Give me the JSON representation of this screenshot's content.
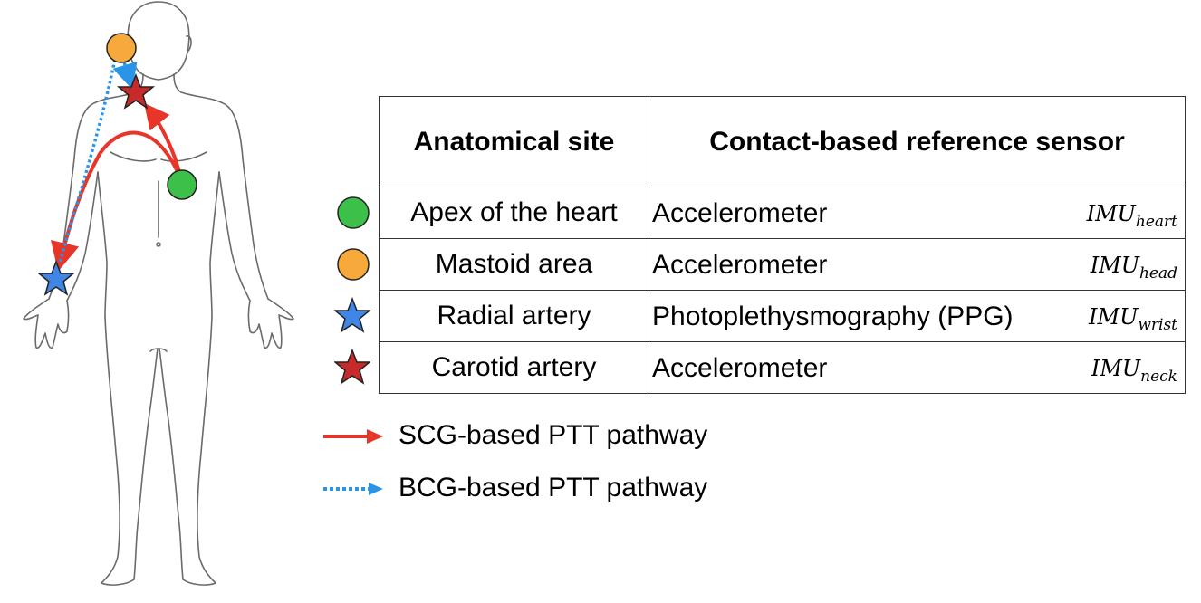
{
  "table": {
    "headers": {
      "site": "Anatomical site",
      "sensor": "Contact-based reference sensor"
    },
    "rows": [
      {
        "marker": "green-circle",
        "color": "#3cc04a",
        "site": "Apex of the heart",
        "sensor": "Accelerometer",
        "imu_base": "IMU",
        "imu_sub": "heart"
      },
      {
        "marker": "orange-circle",
        "color": "#f7a93b",
        "site": "Mastoid area",
        "sensor": "Accelerometer",
        "imu_base": "IMU",
        "imu_sub": "head"
      },
      {
        "marker": "blue-star",
        "color": "#3f86e6",
        "site": "Radial artery",
        "sensor": "Photoplethysmography (PPG)",
        "imu_base": "IMU",
        "imu_sub": "wrist"
      },
      {
        "marker": "red-star",
        "color": "#c62a2a",
        "site": "Carotid artery",
        "sensor": "Accelerometer",
        "imu_base": "IMU",
        "imu_sub": "neck"
      }
    ]
  },
  "legend": {
    "scg": {
      "label": "SCG-based PTT pathway",
      "color": "#e8352a",
      "style": "solid"
    },
    "bcg": {
      "label": "BCG-based PTT pathway",
      "color": "#2a94e8",
      "style": "dotted"
    }
  }
}
